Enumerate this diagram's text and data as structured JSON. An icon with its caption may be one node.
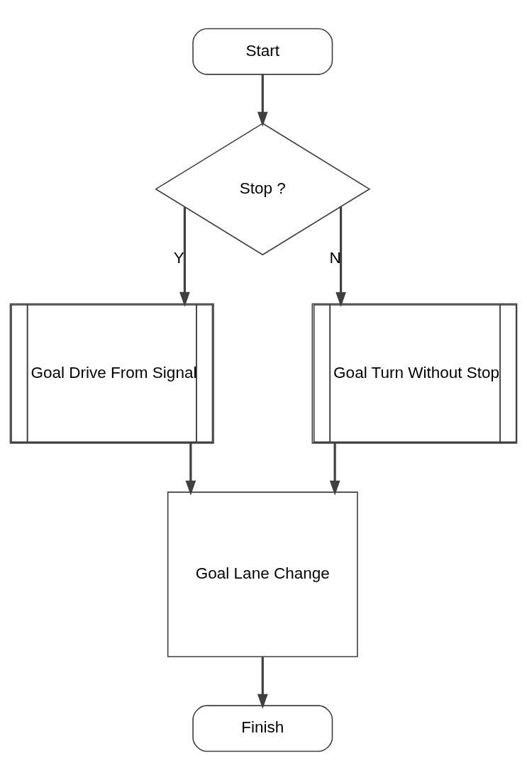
{
  "diagram": {
    "nodes": [
      {
        "text": [
          "Start"
        ]
      },
      {
        "text": [
          "Stop ?"
        ]
      },
      {
        "text": [
          "Goal Drive From Signal"
        ]
      },
      {
        "text": [
          "Goal Turn Without Stop"
        ]
      },
      {
        "text": [
          "Goal Lane Change"
        ]
      },
      {
        "text": [
          "Finish"
        ]
      }
    ],
    "edges": [
      {
        "from": 0,
        "to": 1,
        "arrow": "to"
      },
      {
        "from": 1,
        "to": 2,
        "arrow": "to",
        "label": "Y"
      },
      {
        "from": 1,
        "to": 3,
        "arrow": "to",
        "label": "N"
      },
      {
        "from": 2,
        "to": 4,
        "arrow": "to"
      },
      {
        "from": 3,
        "to": 4,
        "arrow": "to"
      },
      {
        "from": 4,
        "to": 5,
        "arrow": "to"
      }
    ]
  }
}
